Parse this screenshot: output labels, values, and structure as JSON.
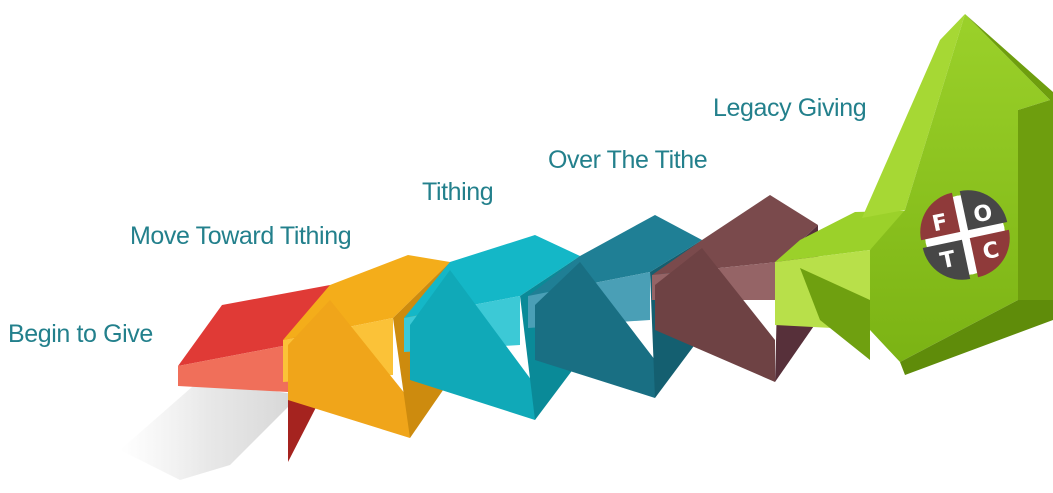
{
  "steps": [
    {
      "label": "Begin to Give",
      "color": "#e03a36"
    },
    {
      "label": "Move Toward Tithing",
      "color": "#f4ad1a"
    },
    {
      "label": "Tithing",
      "color": "#14b7c7"
    },
    {
      "label": "Over The Tithe",
      "color": "#1f7f95"
    },
    {
      "label": "Legacy Giving",
      "color": "#7a4a4c"
    }
  ],
  "label_color": "#23808c",
  "arrow_color": "#8cc21a",
  "logo": {
    "letters": [
      "F",
      "O",
      "T",
      "C"
    ],
    "dark": "#474747",
    "accent": "#8f3a3a"
  }
}
